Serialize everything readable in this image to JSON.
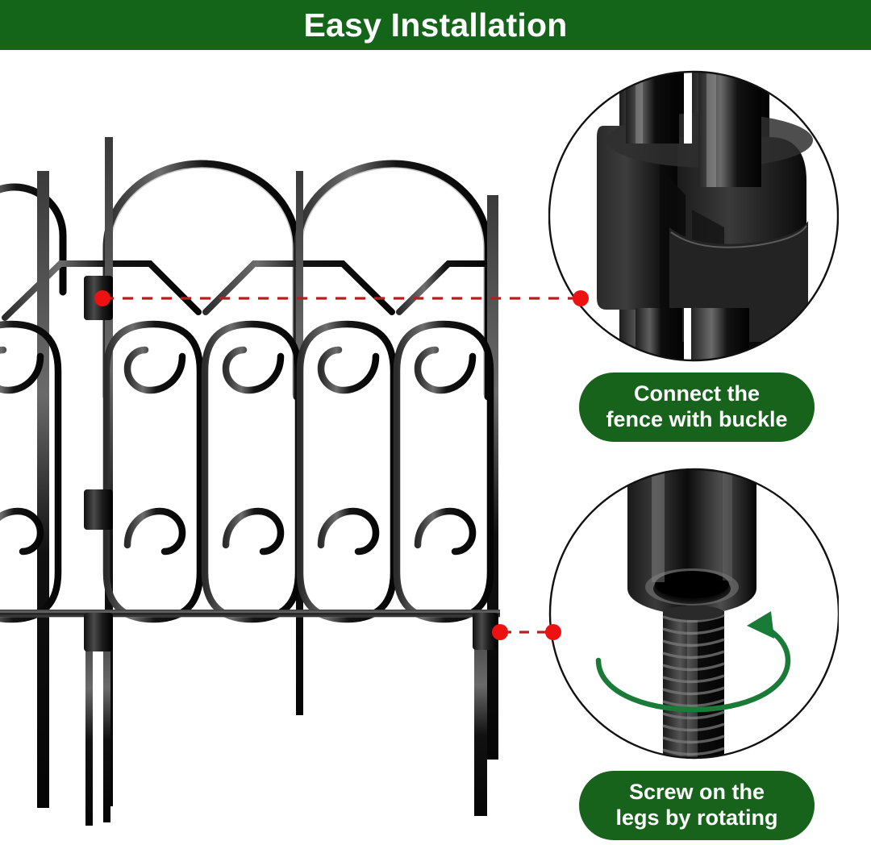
{
  "header": {
    "title": "Easy Installation",
    "background_color": "#14651a",
    "text_color": "#ffffff"
  },
  "colors": {
    "banner_green": "#14651a",
    "pill_green": "#17631b",
    "accent_red": "#ee1111",
    "dashed_line_red": "#b42020",
    "rotation_arrow_green": "#1a7a38",
    "fence_black": "#111111",
    "background": "#ffffff"
  },
  "product": {
    "name": "decorative-garden-border-fence",
    "finish": "black-coated-metal"
  },
  "fence": {
    "description": "black wrought-iron style garden border fence panels with arched tops and scroll curls",
    "panel_count": 5,
    "buckle_positions": [
      "upper-rail-joint",
      "mid-rail-joint",
      "lower-leg-joint"
    ],
    "leg_count": 3
  },
  "details": [
    {
      "id": "buckle-detail",
      "icon": "circle-zoom-buckle",
      "caption_lines": [
        "Connect the",
        "fence with buckle"
      ],
      "caption_text": "Connect the fence with buckle",
      "marker": "red-dot",
      "connector": "red-dashed-line"
    },
    {
      "id": "screw-leg-detail",
      "icon": "circle-zoom-threaded-leg",
      "caption_lines": [
        "Screw on the",
        "legs by rotating"
      ],
      "caption_text": "Screw on the legs by rotating",
      "marker": "red-dot",
      "connector": "red-dashed-line",
      "annotation_icon": "rotation-arrow"
    }
  ]
}
